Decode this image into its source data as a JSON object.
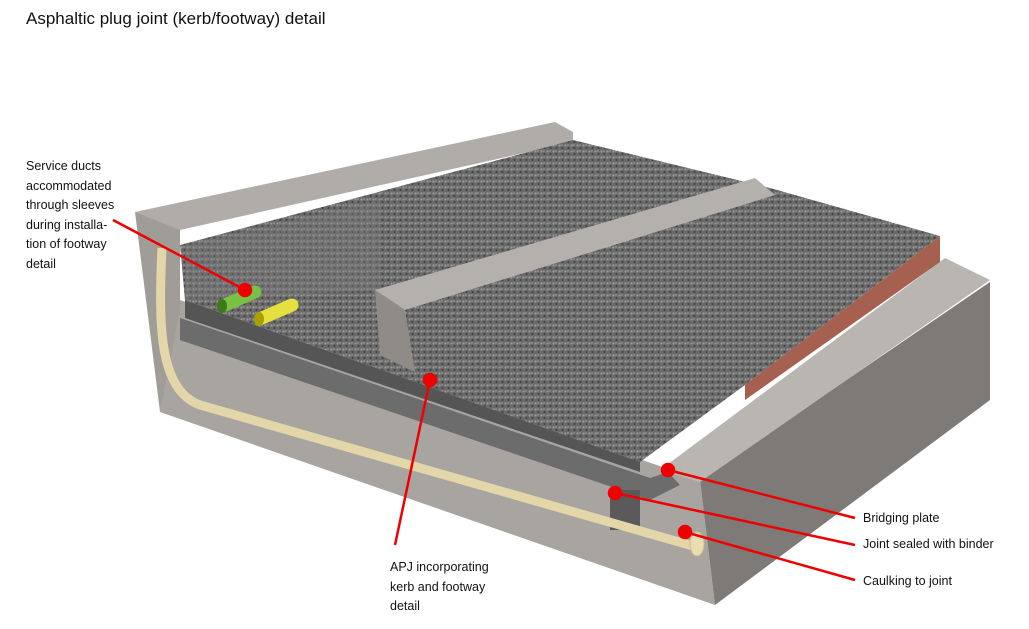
{
  "title": "Asphaltic plug joint (kerb/footway) detail",
  "labels": {
    "service_ducts": [
      "Service ducts",
      "accommodated",
      "through sleeves",
      "during installa-",
      "tion of footway",
      "detail"
    ],
    "apj": [
      "APJ incorporating",
      "kerb and footway",
      "detail"
    ],
    "bridging_plate": "Bridging plate",
    "joint_sealed": "Joint sealed with binder",
    "caulking": "Caulking to joint"
  },
  "colors": {
    "leader": "#ee0000",
    "concrete": "#a9a6a2",
    "asphalt": "#6f6f6f",
    "caulk": "#e8dcb0",
    "duct_green": "#7ac143",
    "duct_yellow": "#e5e040"
  }
}
